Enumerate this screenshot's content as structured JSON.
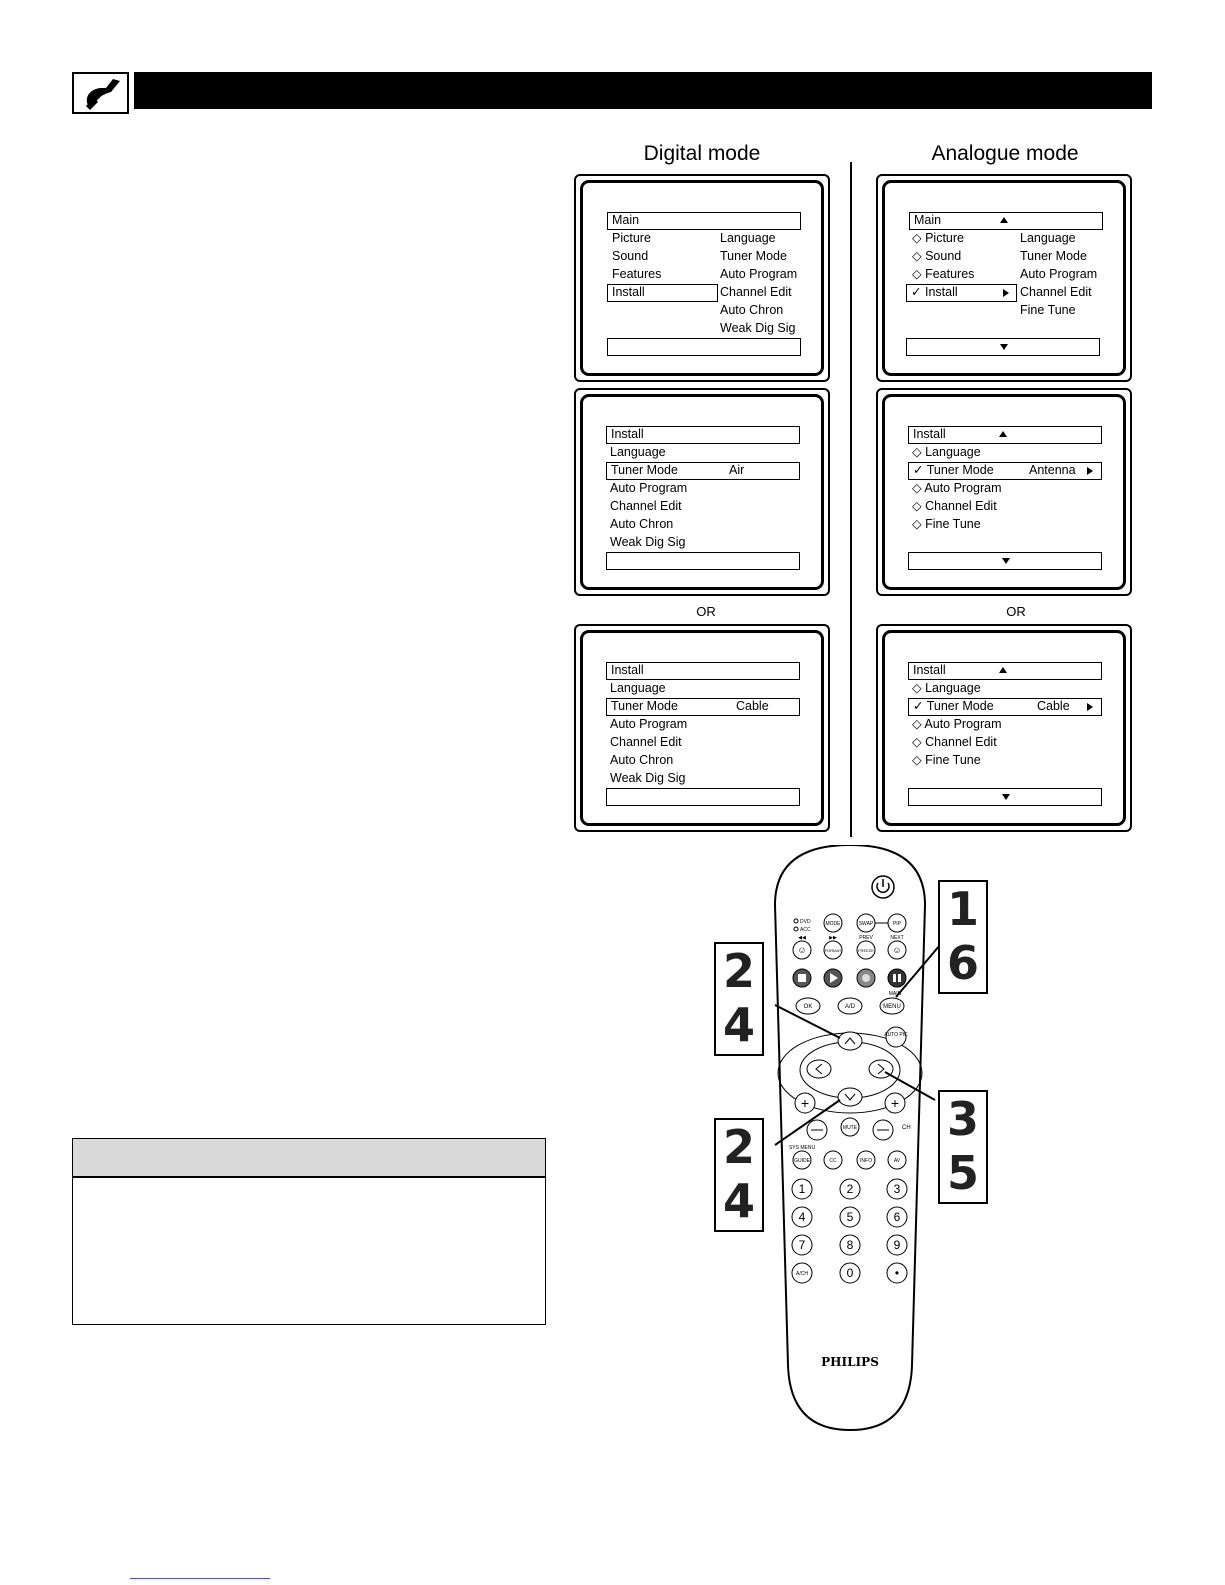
{
  "page": {
    "mode_titles": {
      "digital": "Digital mode",
      "analogue": "Analogue mode"
    },
    "or_label": "OR"
  },
  "screens": {
    "digital_main": {
      "header": "Main",
      "left_items": [
        "Picture",
        "Sound",
        "Features",
        "Install"
      ],
      "right_items": [
        "Language",
        "Tuner Mode",
        "Auto Program",
        "Channel Edit",
        "Auto Chron",
        "Weak Dig Sig"
      ]
    },
    "analogue_main": {
      "header": "Main",
      "left_items": [
        "Picture",
        "Sound",
        "Features",
        "Install"
      ],
      "right_items": [
        "Language",
        "Tuner Mode",
        "Auto Program",
        "Channel Edit",
        "Fine Tune"
      ]
    },
    "digital_install_air": {
      "header": "Install",
      "items": [
        "Language",
        "Tuner Mode",
        "Auto Program",
        "Channel Edit",
        "Auto Chron",
        "Weak Dig Sig"
      ],
      "tuner_value": "Air"
    },
    "analogue_install_antenna": {
      "header": "Install",
      "items": [
        "Language",
        "Tuner Mode",
        "Auto Program",
        "Channel Edit",
        "Fine Tune"
      ],
      "tuner_value": "Antenna"
    },
    "digital_install_cable": {
      "header": "Install",
      "items": [
        "Language",
        "Tuner Mode",
        "Auto Program",
        "Channel Edit",
        "Auto Chron",
        "Weak Dig Sig"
      ],
      "tuner_value": "Cable"
    },
    "analogue_install_cable": {
      "header": "Install",
      "items": [
        "Language",
        "Tuner Mode",
        "Auto Program",
        "Channel Edit",
        "Fine Tune"
      ],
      "tuner_value": "Cable"
    }
  },
  "remote": {
    "brand": "PHILIPS",
    "buttons": {
      "mode": "MODE",
      "swap": "SWAP",
      "pip": "PIP",
      "prev": "PREV",
      "next": "NEXT",
      "format": "FORMAT",
      "freeze": "FREEZE",
      "dvd": "DVD",
      "acc": "ACC",
      "main": "MAIN",
      "menu": "MENU",
      "ok": "OK",
      "ad": "A/D",
      "auto_pic": "AUTO PIC",
      "mute": "MUTE",
      "ch": "CH",
      "sys_menu": "SYS MENU",
      "guide": "GUIDE",
      "cc": "CC",
      "info": "INFO",
      "av": "AV",
      "ach": "A/CH",
      "dot": "•",
      "digits": [
        "1",
        "2",
        "3",
        "4",
        "5",
        "6",
        "7",
        "8",
        "9",
        "0"
      ]
    }
  },
  "steps": {
    "top_right": [
      "1",
      "6"
    ],
    "upper_left": [
      "2",
      "4"
    ],
    "lower_right": [
      "3",
      "5"
    ],
    "lower_left": [
      "2",
      "4"
    ]
  },
  "colors": {
    "header_bar": "#000000",
    "note_head": "#d9d9d9"
  }
}
